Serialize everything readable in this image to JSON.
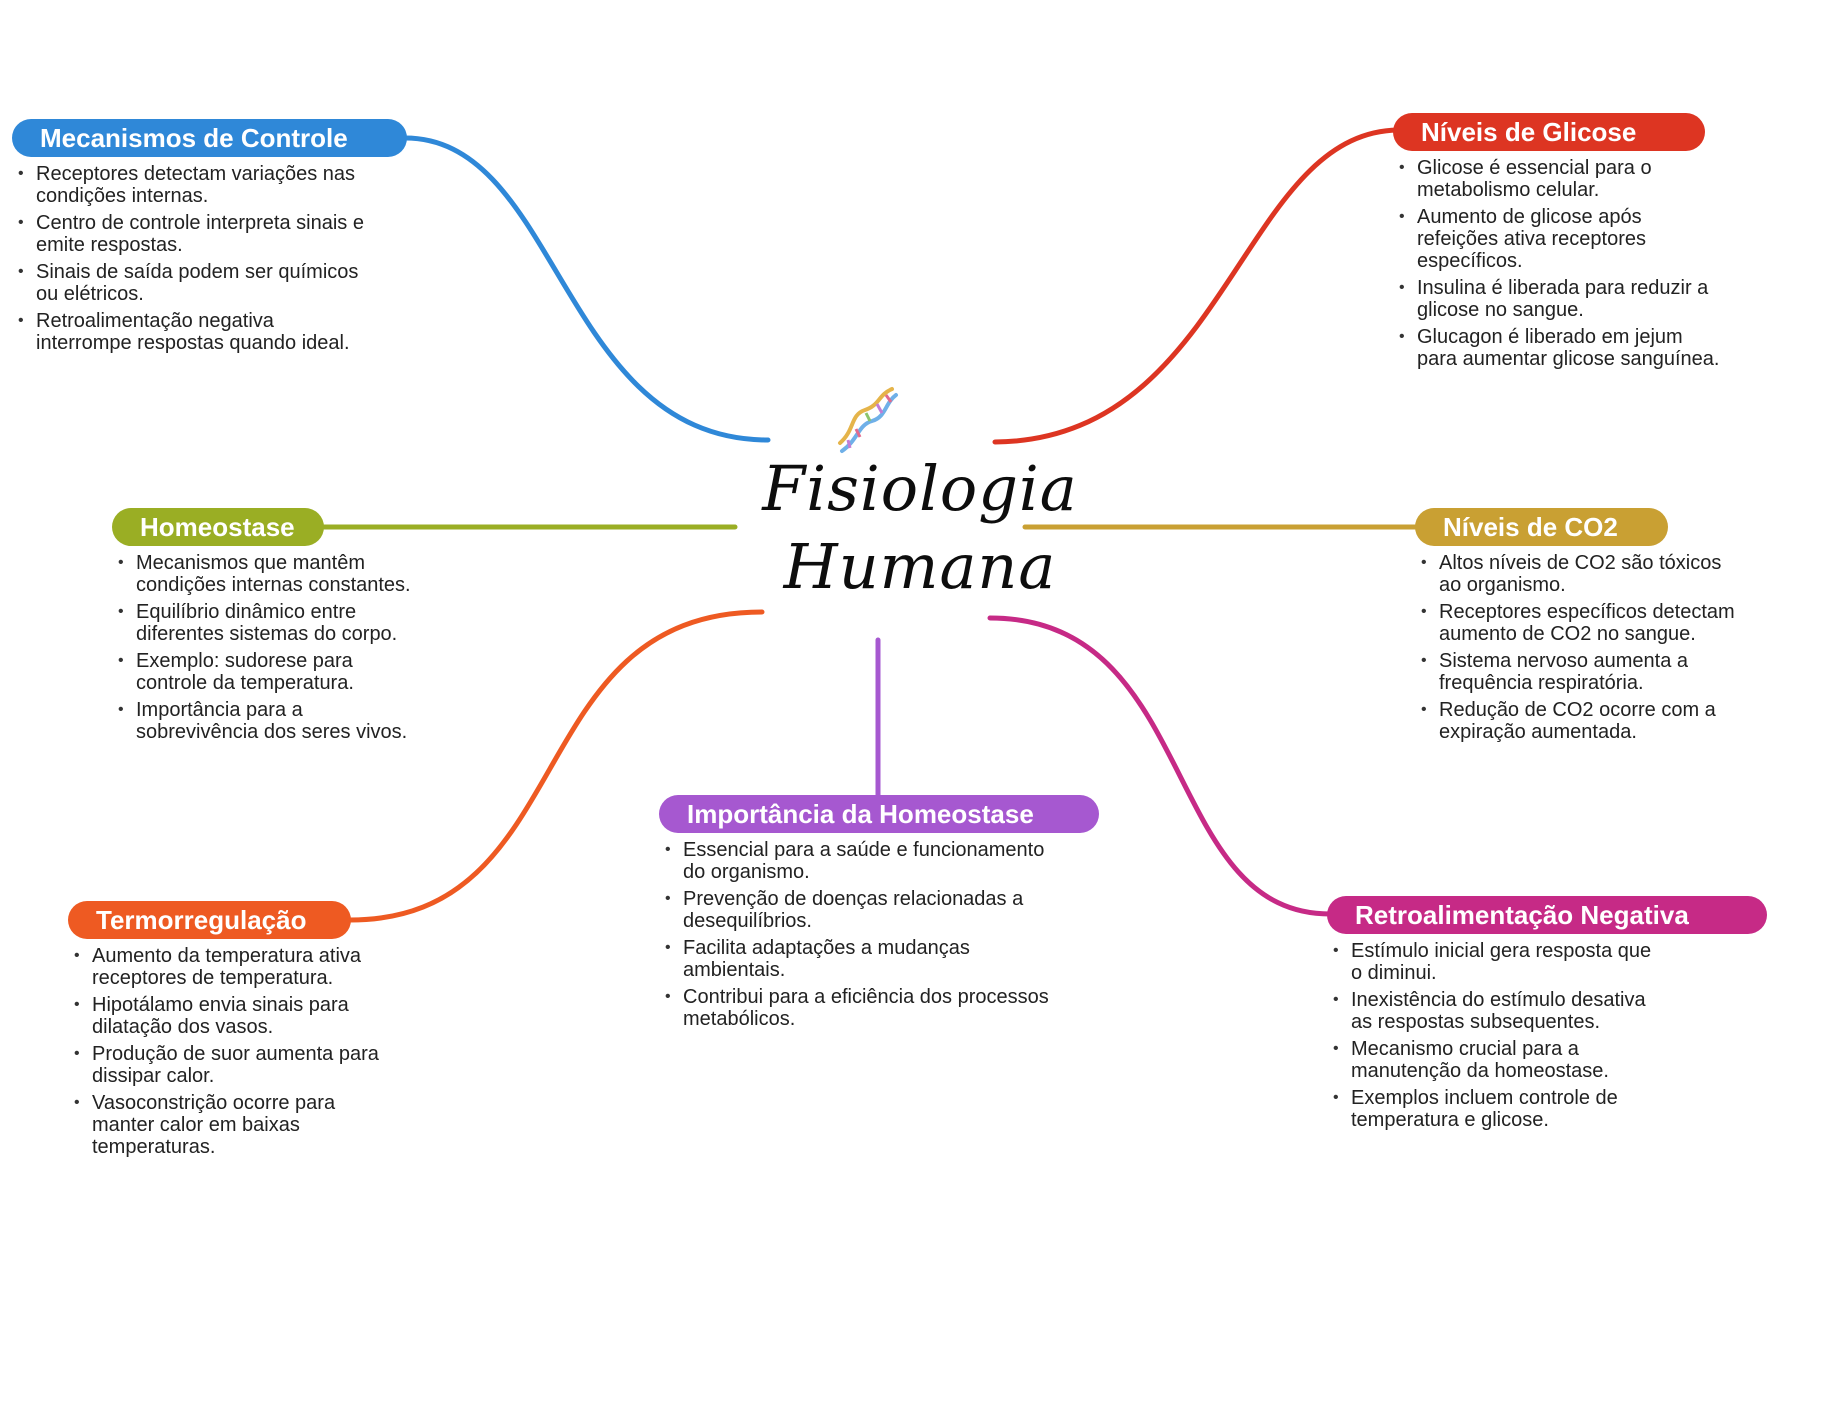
{
  "title": {
    "line1": "Fisiologia",
    "line2": "Humana",
    "icon": "dna-icon"
  },
  "colors": {
    "blue": "#2f88d8",
    "red": "#dd3522",
    "olive": "#9aae24",
    "gold": "#c9a033",
    "orange": "#ee5a22",
    "purple": "#a658d0",
    "magenta": "#c62a86"
  },
  "branches": {
    "mecanismos": {
      "label": "Mecanismos de Controle",
      "items": [
        "Receptores detectam variações nas condições internas.",
        "Centro de controle interpreta sinais e emite respostas.",
        "Sinais de saída podem ser químicos ou elétricos.",
        "Retroalimentação negativa interrompe respostas quando ideal."
      ]
    },
    "glicose": {
      "label": "Níveis de Glicose",
      "items": [
        "Glicose é essencial para o metabolismo celular.",
        "Aumento de glicose após refeições ativa receptores específicos.",
        "Insulina é liberada para reduzir a glicose no sangue.",
        "Glucagon é liberado em jejum para aumentar glicose sanguínea."
      ]
    },
    "homeostase": {
      "label": "Homeostase",
      "items": [
        "Mecanismos que mantêm condições internas constantes.",
        "Equilíbrio dinâmico entre diferentes sistemas do corpo.",
        "Exemplo: sudorese para controle da temperatura.",
        "Importância para a sobrevivência dos seres vivos."
      ]
    },
    "co2": {
      "label": "Níveis de CO2",
      "items": [
        "Altos níveis de CO2 são tóxicos ao organismo.",
        "Receptores específicos detectam aumento de CO2 no sangue.",
        "Sistema nervoso aumenta a frequência respiratória.",
        "Redução de CO2 ocorre com a expiração aumentada."
      ]
    },
    "importancia": {
      "label": "Importância da Homeostase",
      "items": [
        "Essencial para a saúde e funcionamento do organismo.",
        "Prevenção de doenças relacionadas a desequilíbrios.",
        "Facilita adaptações a mudanças ambientais.",
        "Contribui para a eficiência dos processos metabólicos."
      ]
    },
    "termo": {
      "label": "Termorregulação",
      "items": [
        "Aumento da temperatura ativa receptores de temperatura.",
        "Hipotálamo envia sinais para dilatação dos vasos.",
        "Produção de suor aumenta para dissipar calor.",
        "Vasoconstrição ocorre para manter calor em baixas temperaturas."
      ]
    },
    "retro": {
      "label": "Retroalimentação Negativa",
      "items": [
        "Estímulo inicial gera resposta que o diminui.",
        "Inexistência do estímulo desativa as respostas subsequentes.",
        "Mecanismo crucial para a manutenção da homeostase.",
        "Exemplos incluem controle de temperatura e glicose."
      ]
    }
  }
}
